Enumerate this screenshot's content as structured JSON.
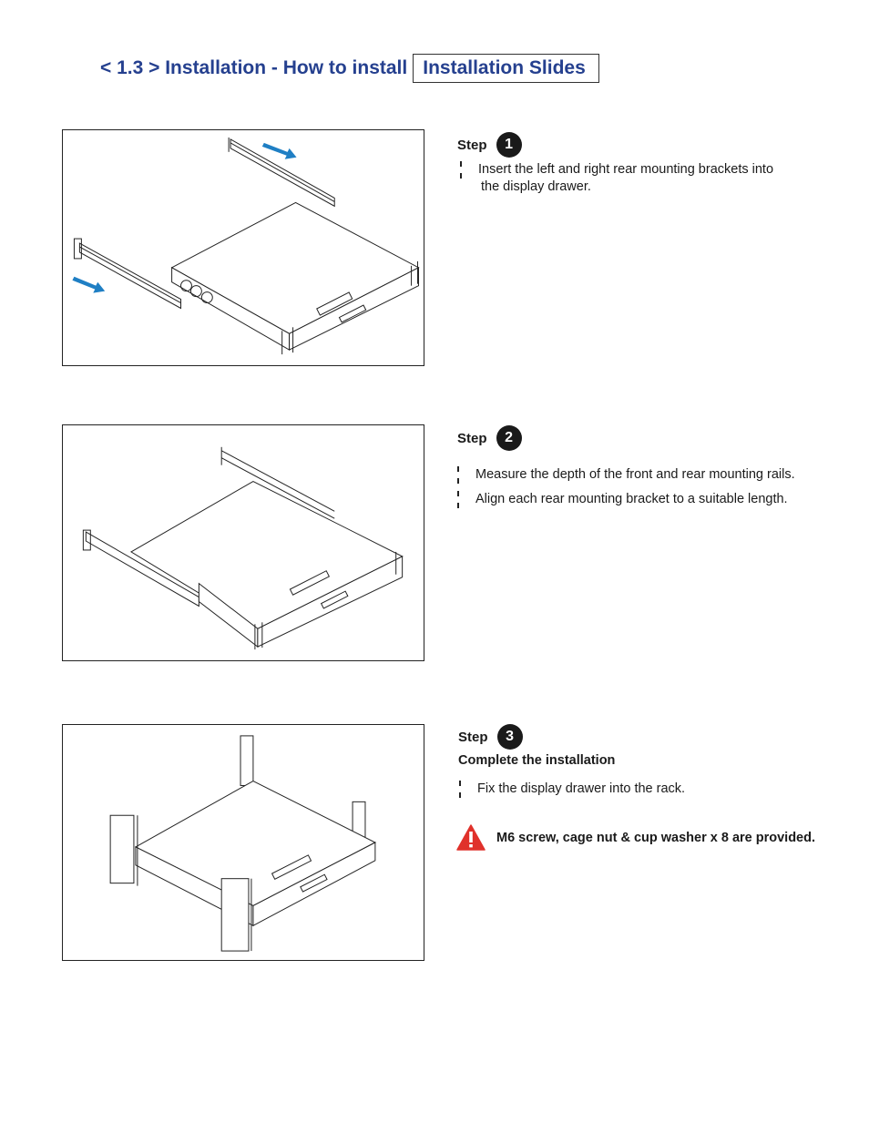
{
  "header": {
    "title": "< 1.3 > Installation - How to install",
    "boxed_title": "Installation Slides"
  },
  "steps": [
    {
      "word": "Step",
      "number": "1",
      "lines": [
        "Insert the left and right rear mounting brackets into",
        "the display drawer."
      ]
    },
    {
      "word": "Step",
      "number": "2",
      "lines": [
        "Measure the depth of the front and rear mounting rails.",
        "Align each rear mounting bracket to a suitable length."
      ]
    },
    {
      "word": "Step",
      "number": "3",
      "subheading": "Complete the installation",
      "lines": [
        "Fix the display drawer into the rack."
      ]
    }
  ],
  "warning": {
    "icon": "warning-triangle-icon",
    "text": "M6 screw, cage nut & cup washer x 8 are provided."
  },
  "colors": {
    "heading_blue": "#25408f",
    "arrow_blue": "#1f7fc4",
    "warning_red": "#e0312b"
  }
}
